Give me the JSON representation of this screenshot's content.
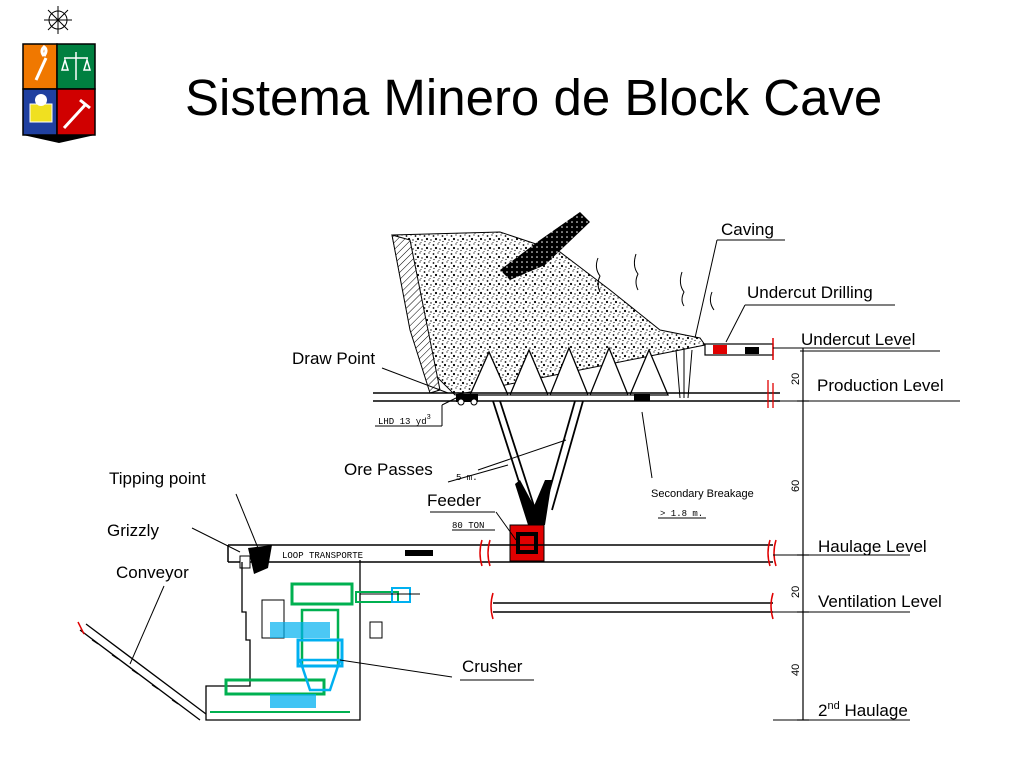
{
  "title": "Sistema Minero de Block Cave",
  "labels": {
    "caving": "Caving",
    "undercut_drilling": "Undercut Drilling",
    "undercut_level": "Undercut Level",
    "production_level": "Production Level",
    "draw_point": "Draw Point",
    "ore_passes": "Ore Passes",
    "tipping_point": "Tipping point",
    "feeder": "Feeder",
    "grizzly": "Grizzly",
    "secondary_breakage": "Secondary Breakage",
    "conveyor": "Conveyor",
    "haulage_level": "Haulage Level",
    "ventilation_level": "Ventilation Level",
    "crusher": "Crusher",
    "second_haulage_prefix": "2",
    "second_haulage_sup": "nd",
    "second_haulage_suffix": " Haulage"
  },
  "drawing_text": {
    "lhd": "LHD  13  yd",
    "lhd_sup": "3",
    "feeder_capacity": "80 TON",
    "pass_size": "5 m.",
    "breakage_size": "> 1.8 m.",
    "loop": "LOOP  TRANSPORTE"
  },
  "dimensions": {
    "d1": "20",
    "d2": "60",
    "d3": "20",
    "d4": "40"
  },
  "colors": {
    "ink": "#000000",
    "equipment_green": "#00b050",
    "equipment_cyan": "#00b0f0",
    "feeder_red": "#e00000",
    "logo_orange": "#f07800",
    "logo_green": "#008040",
    "logo_blue": "#2040a0",
    "logo_red": "#d00000"
  }
}
